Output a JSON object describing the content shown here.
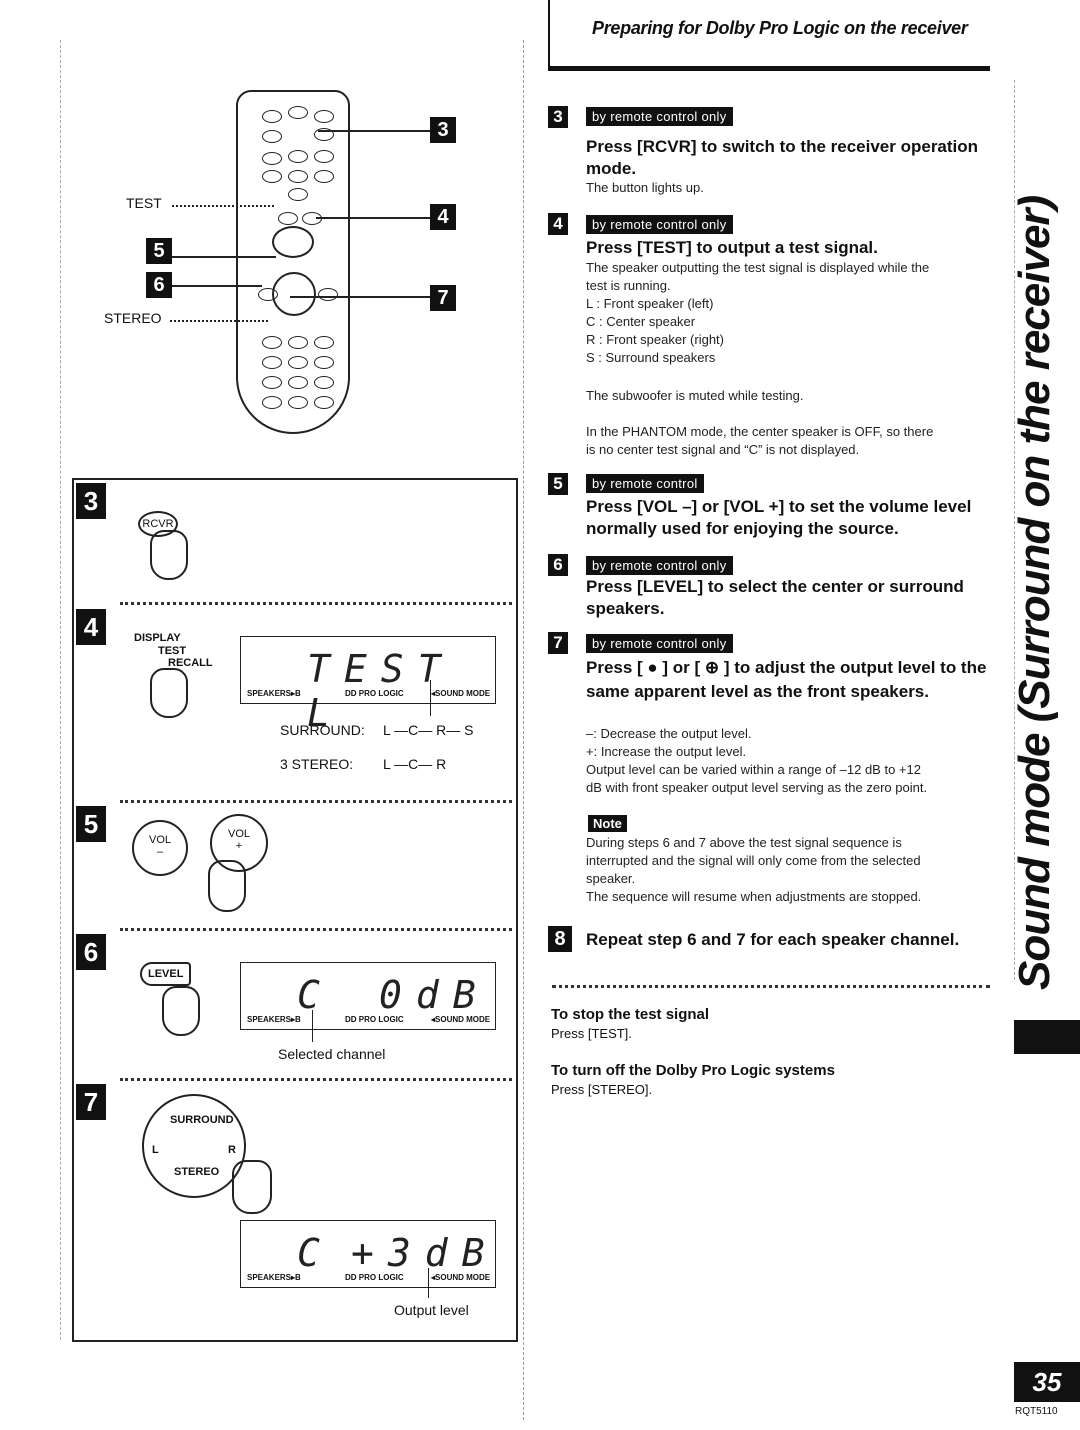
{
  "header": {
    "title": "Preparing for Dolby Pro Logic on the receiver"
  },
  "steps": [
    {
      "num": "3",
      "badge": "by remote control only",
      "head": "Press [RCVR] to switch to the receiver operation mode.",
      "lines": [
        "The button lights up."
      ]
    },
    {
      "num": "4",
      "badge": "by remote control only",
      "head": "Press [TEST] to output a test signal.",
      "lines": [
        "The speaker outputting the test signal is displayed while the",
        "test is running.",
        "L : Front speaker (left)",
        "C : Center speaker",
        "R : Front speaker (right)",
        "S : Surround speakers"
      ],
      "extra1": "The subwoofer is muted while testing.",
      "extra2": [
        "In the PHANTOM mode, the center speaker is OFF, so there",
        "is no center test signal and “C” is not displayed."
      ]
    },
    {
      "num": "5",
      "badge": "by remote control",
      "head": "Press [VOL –] or [VOL +] to set the volume level normally used for enjoying the source."
    },
    {
      "num": "6",
      "badge": "by remote control only",
      "head": "Press [LEVEL] to select the center or surround speakers."
    },
    {
      "num": "7",
      "badge": "by remote control only",
      "head": "Press [ ● ] or [ ⊕ ] to adjust the output level to the same apparent level as the front speakers.",
      "lines": [
        "–: Decrease the output level.",
        "+: Increase the output level.",
        "Output level can be varied within a range of –12 dB to +12",
        "dB with front speaker output level serving as the zero point."
      ]
    },
    {
      "num": "8",
      "head": "Repeat step 6 and 7 for each speaker channel."
    }
  ],
  "note": {
    "label": "Note",
    "lines": [
      "During steps 6 and 7 above the test signal sequence is",
      "interrupted and the signal will only come from the selected",
      "speaker.",
      "The sequence will resume when adjustments are stopped."
    ]
  },
  "tips": [
    {
      "head": "To stop the test signal",
      "text": "Press [TEST]."
    },
    {
      "head": "To turn off the Dolby Pro Logic systems",
      "text": "Press [STEREO]."
    }
  ],
  "sidebar": {
    "title": "Sound mode (Surround on the receiver)"
  },
  "footer": {
    "page": "35",
    "code": "RQT5110"
  },
  "remote": {
    "test_label": "TEST",
    "stereo_label": "STEREO",
    "callouts": [
      "3",
      "4",
      "5",
      "6",
      "7"
    ]
  },
  "panel": {
    "rcvr": "RCVR",
    "display_label": "DISPLAY",
    "test_recall": [
      "TEST",
      "RECALL"
    ],
    "lcd_test": "TEST L",
    "lcd_foot": [
      "SPEAKERS▸B",
      "DD PRO LOGIC",
      "◂SOUND MODE"
    ],
    "surround_label": "SURROUND:",
    "surround_seq": "L —C— R— S",
    "stereo_label": "3 STEREO:",
    "stereo_seq": "L —C— R",
    "vol_minus": [
      "VOL",
      "–"
    ],
    "vol_plus": [
      "VOL",
      "+"
    ],
    "level": "LEVEL",
    "lcd_c0": [
      "C",
      "0dB"
    ],
    "selected_channel": "Selected channel",
    "surround_dial": "SURROUND",
    "dial_l": "L",
    "dial_r": "R",
    "stereo_dial": "STEREO",
    "lcd_c3": [
      "C",
      "+3dB"
    ],
    "output_level": "Output level"
  }
}
